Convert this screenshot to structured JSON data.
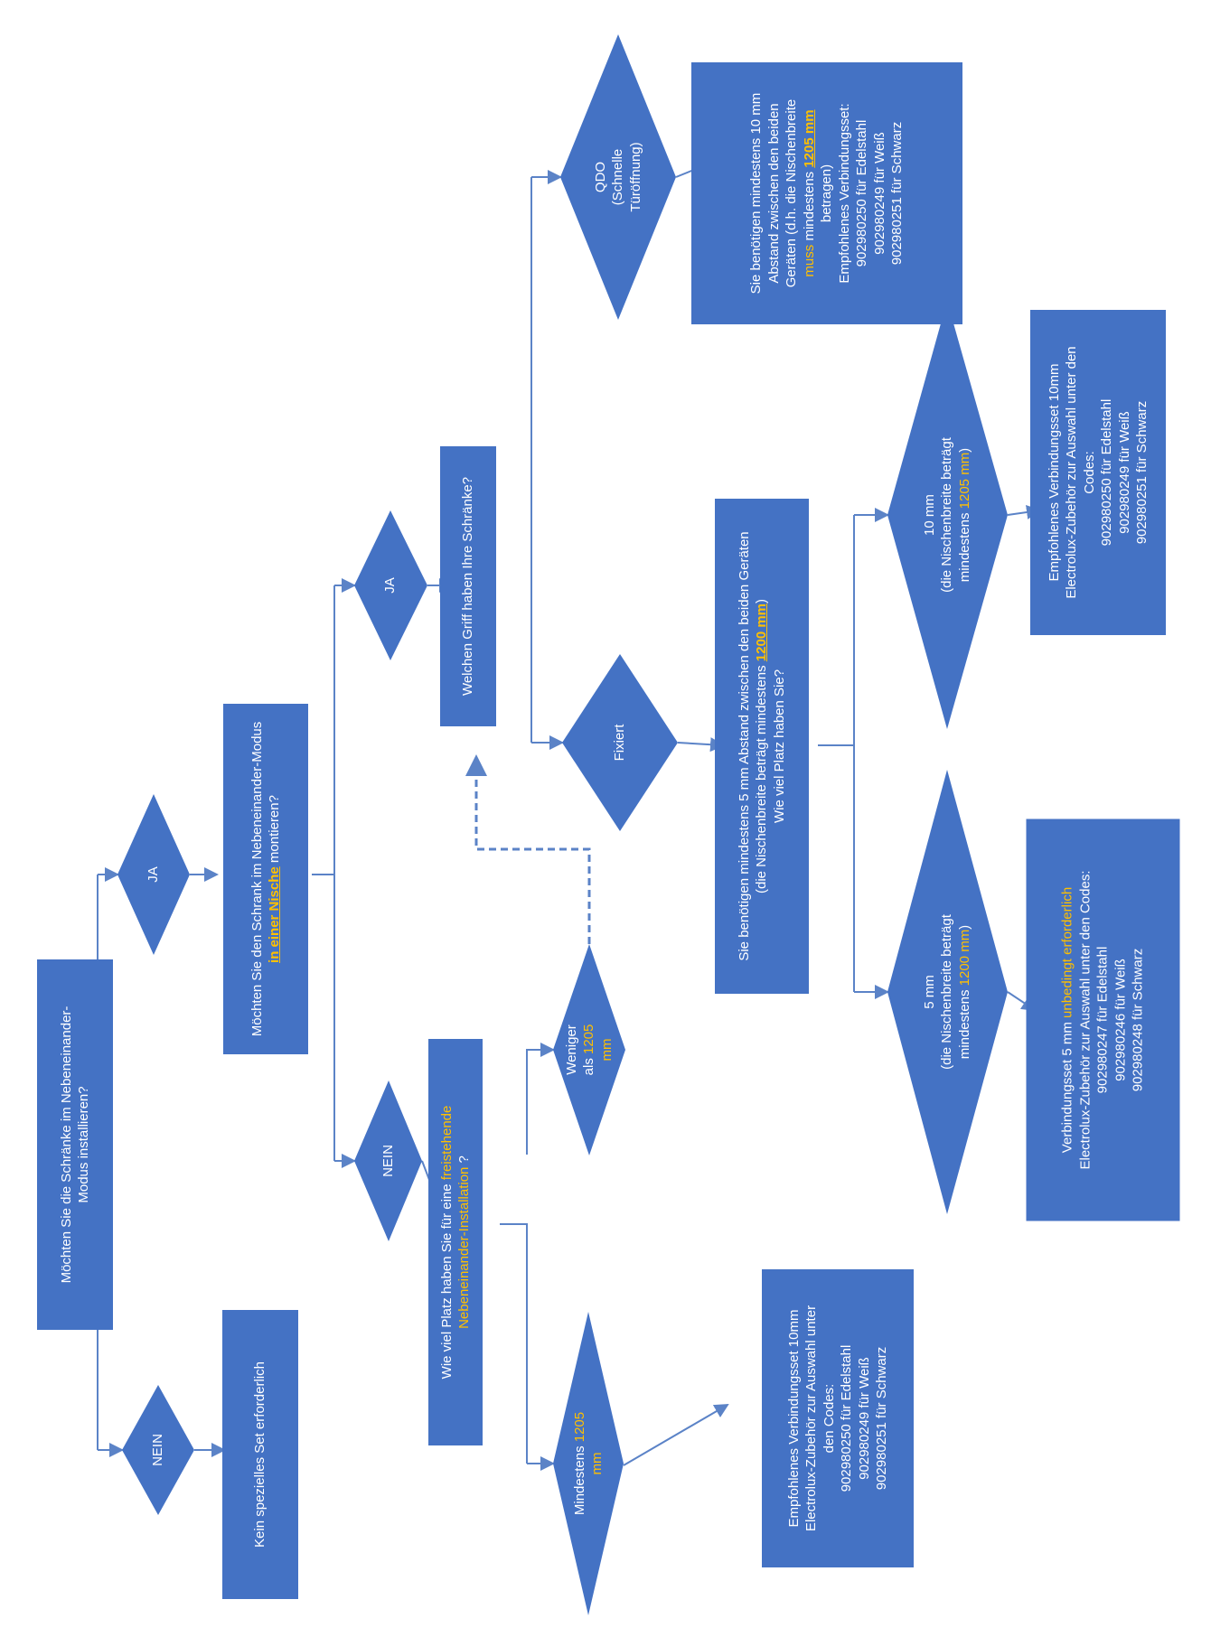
{
  "colors": {
    "box": "#4472c4",
    "line": "#5b83c7",
    "highlight": "#ffc000",
    "text": "#ffffff"
  },
  "nodes": {
    "start": {
      "text": "Möchten Sie die Schränke im Nebeneinander-\nModus installieren?"
    },
    "d_nein_1": {
      "text": "NEIN"
    },
    "kein_set": {
      "text": "Kein spezielles Set erforderlich"
    },
    "d_ja_1": {
      "text": "JA"
    },
    "niche_question": {
      "line1": "Möchten Sie den Schrank im Nebeneinander-Modus",
      "hl": "in einer Nische",
      "tail": " montieren?"
    },
    "d_ja_2": {
      "text": "JA"
    },
    "d_nein_2": {
      "text": "NEIN"
    },
    "freistehend_question": {
      "pre": "Wie viel Platz haben Sie für eine ",
      "hl1": "freistehende",
      "hl2": "Nebeneinander-Installation",
      "tail": " ?"
    },
    "d_weniger": {
      "pre": "Weniger\nals ",
      "hl": "1205\nmm"
    },
    "d_mindestens": {
      "pre": "Mindestens ",
      "hl": "1205\nmm"
    },
    "result_10mm_free": {
      "text": "Empfohlenes Verbindungsset 10mm\nElectrolux-Zubehör zur Auswahl unter\nden Codes:\n902980250 für Edelstahl\n902980249 für Weiß\n902980251 für Schwarz"
    },
    "griff_question": {
      "text": "Welchen Griff haben Ihre Schränke?"
    },
    "d_qdo": {
      "text": "QDO\n(Schnelle\nTüröffnung)"
    },
    "d_fixiert": {
      "text": "Fixiert"
    },
    "result_qdo": {
      "l1": "Sie benötigen mindestens 10 mm",
      "l2": "Abstand zwischen den beiden",
      "l3": "Geräten (d.h. die Nischenbreite",
      "hl_muss": "muss",
      "l4_tail": " mindestens ",
      "hl_mm": "1205 mm",
      "l5": "betragen)",
      "l6": "Empfohlenes Verbindungsset:",
      "l7": "902980250 für Edelstahl",
      "l8": "902980249 für Weiß",
      "l9": "902980251 für Schwarz"
    },
    "fixiert_info": {
      "l1": "Sie benötigen mindestens 5 mm Abstand zwischen den beiden Geräten",
      "l2pre": "(die Nischenbreite beträgt mindestens ",
      "hl": "1200 mm",
      "l2post": ")",
      "l3": "Wie viel Platz haben Sie?"
    },
    "d_10mm": {
      "l1": "10 mm",
      "l2": "(die Nischenbreite beträgt",
      "l3pre": "mindestens ",
      "hl": "1205 mm",
      "l3post": ")"
    },
    "d_5mm": {
      "l1": "5 mm",
      "l2": "(die Nischenbreite beträgt",
      "l3pre": "mindestens ",
      "hl": "1200 mm",
      "l3post": ")"
    },
    "result_10mm_niche": {
      "text": "Empfohlenes Verbindungsset 10mm\nElectrolux-Zubehör zur Auswahl unter den\nCodes:\n902980250 für Edelstahl\n902980249 für Weiß\n902980251 für Schwarz"
    },
    "result_5mm": {
      "pre": "Verbindungsset 5 mm ",
      "hl": "unbedingt erforderlich",
      "rest": "\nElectrolux-Zubehör zur Auswahl unter den Codes:\n902980247 für Edelstahl\n902980246 für Weiß\n902980248 für Schwarz"
    }
  }
}
